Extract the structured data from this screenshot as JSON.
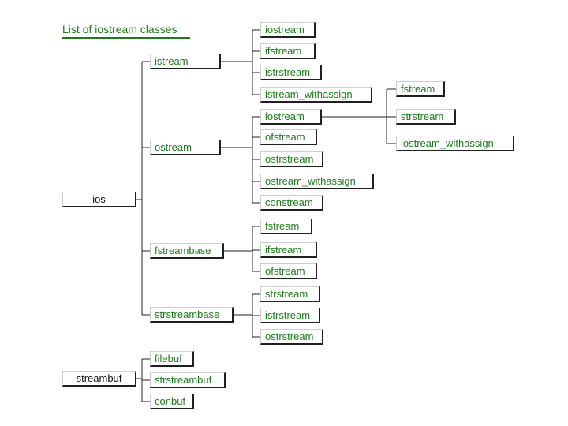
{
  "title": "List of iostream classes",
  "colors": {
    "green": "#1a7d1a",
    "black": "#111111",
    "line": "#202020"
  },
  "boxes": {
    "ios": "ios",
    "streambuf": "streambuf",
    "istream": "istream",
    "ostream": "ostream",
    "fstreambase": "fstreambase",
    "strstreambase": "strstreambase",
    "filebuf": "filebuf",
    "strstreambuf": "strstreambuf",
    "conbuf": "conbuf",
    "istream_children": [
      "iostream",
      "ifstream",
      "istrstream",
      "istream_withassign"
    ],
    "ostream_children": [
      "iostream",
      "ofstream",
      "ostrstream",
      "ostream_withassign",
      "constream"
    ],
    "fstreambase_children": [
      "fstream",
      "ifstream",
      "ofstream"
    ],
    "strstreambase_children": [
      "strstream",
      "istrstream",
      "ostrstream"
    ],
    "iostream_children": [
      "fstream",
      "strstream",
      "iostream_withassign"
    ]
  }
}
